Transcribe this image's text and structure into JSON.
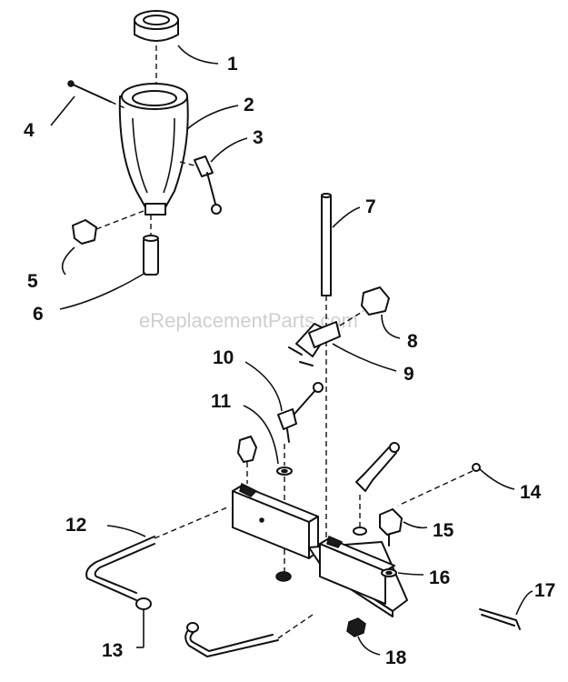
{
  "watermark": "eReplacementParts.com",
  "callouts": {
    "p1": "1",
    "p2": "2",
    "p3": "3",
    "p4": "4",
    "p5": "5",
    "p6": "6",
    "p7": "7",
    "p8": "8",
    "p9": "9",
    "p10": "10",
    "p11": "11",
    "p12": "12",
    "p13": "13",
    "p14": "14",
    "p15": "15",
    "p16": "16",
    "p17": "17",
    "p18": "18"
  }
}
